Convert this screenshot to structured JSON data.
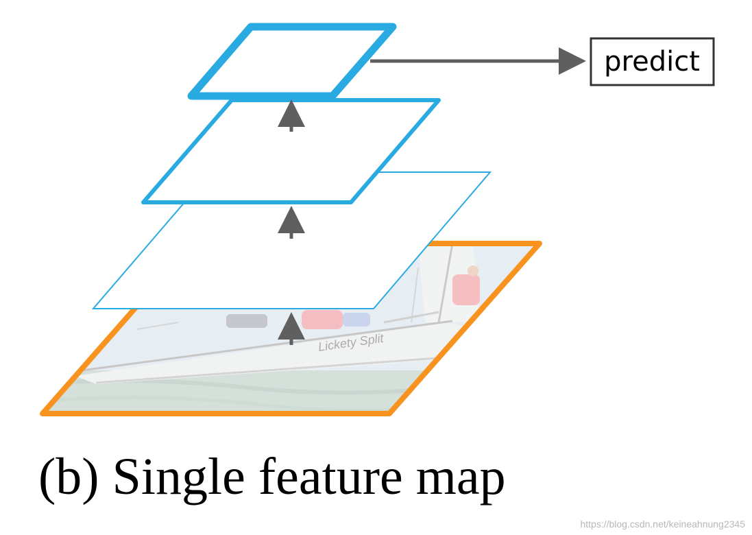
{
  "diagram": {
    "predict_label": "predict",
    "boat_lettering": "Lickety Split",
    "caption": "(b) Single feature map",
    "watermark": "https://blog.csdn.net/keineahnung2345"
  },
  "colors": {
    "image_border": "#f7931e",
    "feature_map_stroke": "#29aae1",
    "arrow": "#5f5f5f",
    "text": "#000000"
  }
}
